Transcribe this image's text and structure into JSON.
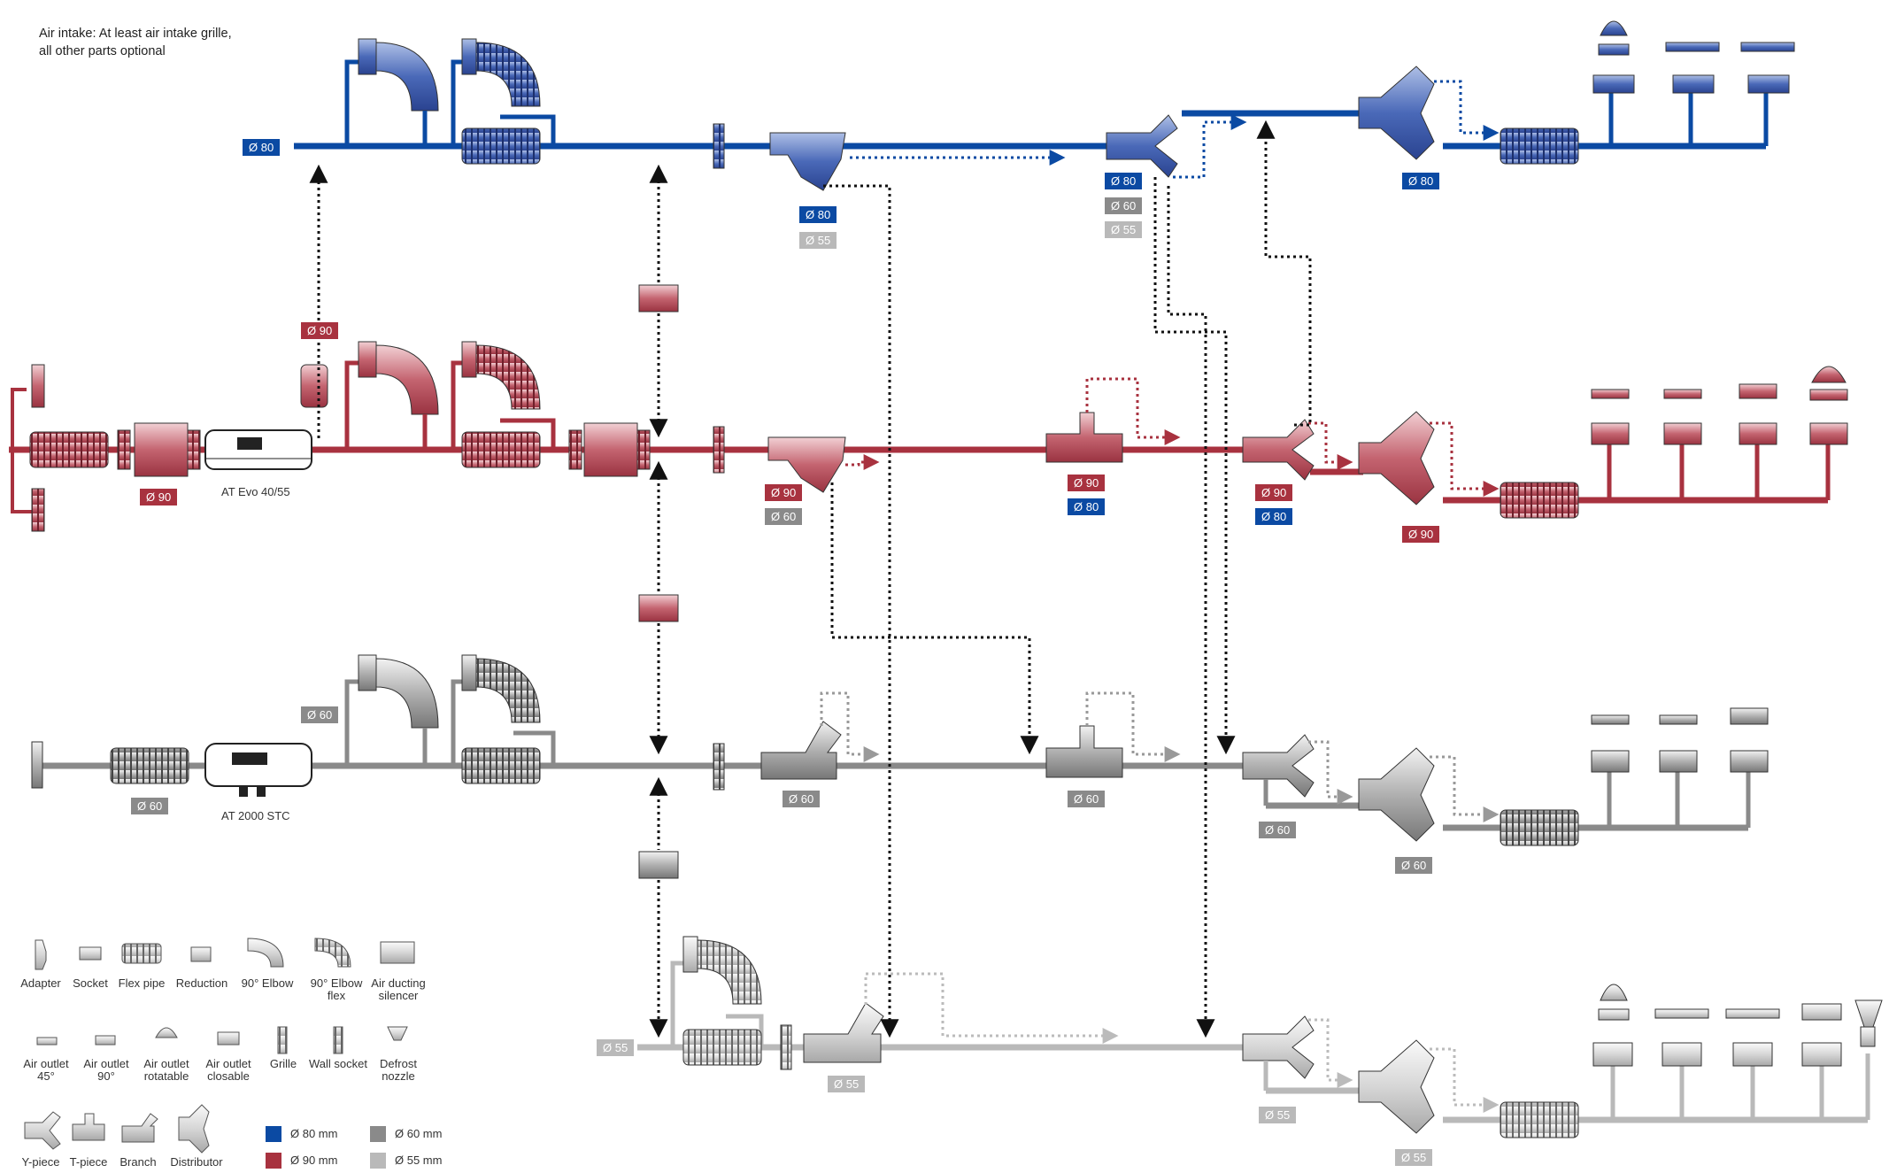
{
  "note": {
    "line1": "Air intake: At least air intake grille,",
    "line2": "all other parts optional"
  },
  "colors": {
    "d80": "#0b4aa3",
    "d90": "#a8323f",
    "d60": "#8a8a8a",
    "d55": "#b9b9b9",
    "arrow": "#111111"
  },
  "heaters": {
    "evo": "AT Evo 40/55",
    "stc": "AT 2000 STC"
  },
  "tags": {
    "t80_start": "Ø 80",
    "t80_ypiece_a": "Ø 80",
    "t55_ypiece_a": "Ø 55",
    "t80_split_a": "Ø 80",
    "t60_split_a": "Ø 60",
    "t55_split_a": "Ø 55",
    "t80_distributor": "Ø 80",
    "t90_upper": "Ø 90",
    "t90_heater": "Ø 90",
    "t90_ypiece": "Ø 90",
    "t60_ypiece": "Ø 60",
    "t90_tpiece": "Ø 90",
    "t80_tpiece": "Ø 80",
    "t90_split": "Ø 90",
    "t80_split_b": "Ø 80",
    "t90_distributor": "Ø 90",
    "t60_start": "Ø 60",
    "t60_heater": "Ø 60",
    "t60_branch": "Ø 60",
    "t60_tpiece": "Ø 60",
    "t60_split": "Ø 60",
    "t60_distributor": "Ø 60",
    "t55_start": "Ø 55",
    "t55_branch": "Ø 55",
    "t55_split": "Ø 55",
    "t55_distributor": "Ø 55"
  },
  "legend": {
    "adapter": "Adapter",
    "socket": "Socket",
    "flex_pipe": "Flex pipe",
    "reduction": "Reduction",
    "elbow90": "90° Elbow",
    "elbow90_flex_1": "90° Elbow",
    "elbow90_flex_2": "flex",
    "silencer_1": "Air ducting",
    "silencer_2": "silencer",
    "outlet45_1": "Air outlet",
    "outlet45_2": "45°",
    "outlet90_1": "Air outlet",
    "outlet90_2": "90°",
    "outlet_rot_1": "Air outlet",
    "outlet_rot_2": "rotatable",
    "outlet_clo_1": "Air outlet",
    "outlet_clo_2": "closable",
    "grille": "Grille",
    "wall_socket": "Wall socket",
    "defrost_1": "Defrost",
    "defrost_2": "nozzle",
    "y_piece": "Y-piece",
    "t_piece": "T-piece",
    "branch": "Branch",
    "distributor": "Distributor",
    "sw_80": "Ø 80 mm",
    "sw_90": "Ø 90 mm",
    "sw_60": "Ø 60 mm",
    "sw_55": "Ø 55 mm"
  }
}
